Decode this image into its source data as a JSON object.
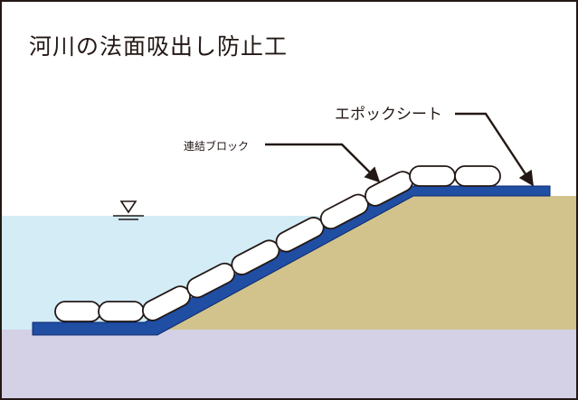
{
  "title": "河川の法面吸出し防止工",
  "labels": {
    "epoxy_sheet": "エポックシート",
    "connected_block": "連結ブロック"
  },
  "icons": {
    "water_level": "water-level-triangle-icon"
  },
  "colors": {
    "frame": "#231815",
    "water": "#d3ecf6",
    "bedrock": "#d4d0e5",
    "soil_bank": "#d2c38d",
    "sheet": "#1f4ea3",
    "sheet_edge": "#0d2b70",
    "block_fill": "#ffffff",
    "block_stroke": "#231815",
    "leader": "#231815"
  }
}
